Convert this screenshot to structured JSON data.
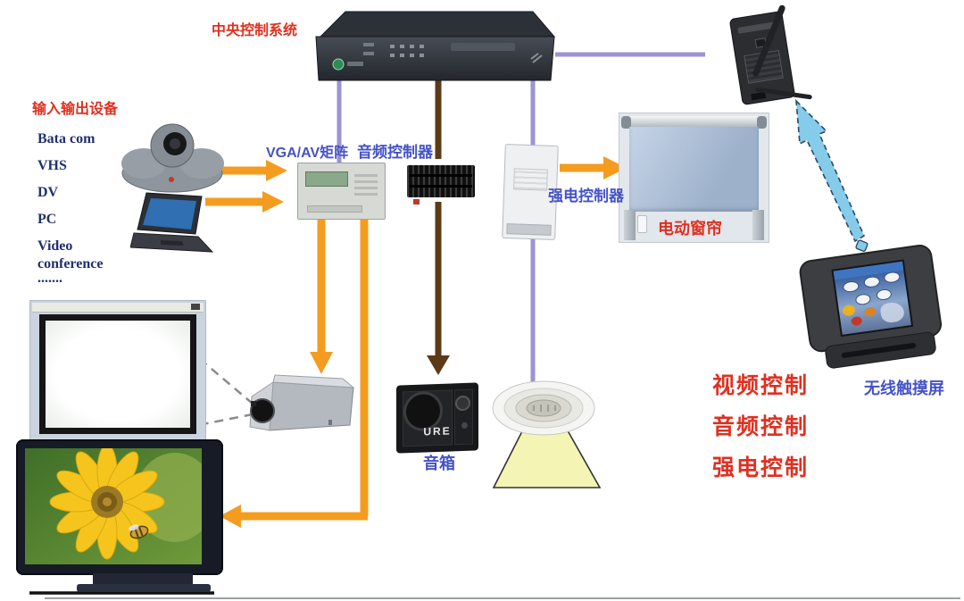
{
  "colors": {
    "orange": "#F49C1F",
    "purple": "#9C92D6",
    "brown": "#5C3A17",
    "red": "#E03020",
    "blue_label": "#4553C6",
    "navy": "#20306E",
    "light_blue": "#85CBEA",
    "cone": "#F4F4B4"
  },
  "central_control": {
    "label": "中央控制系统"
  },
  "io": {
    "title": "输入输出设备",
    "items": [
      "Bata com",
      "VHS",
      "DV",
      "PC",
      "Video conference",
      "......."
    ]
  },
  "devices": {
    "matrix_label": "VGA/AV矩阵",
    "audio_controller_label": "音频控制器",
    "power_controller_label": "强电控制器",
    "curtain_label": "电动窗帘",
    "touchscreen_label": "无线触摸屏",
    "speaker_label": "音箱",
    "speaker_brand": "URE"
  },
  "control_functions": [
    "视频控制",
    "音频控制",
    "强电控制"
  ]
}
